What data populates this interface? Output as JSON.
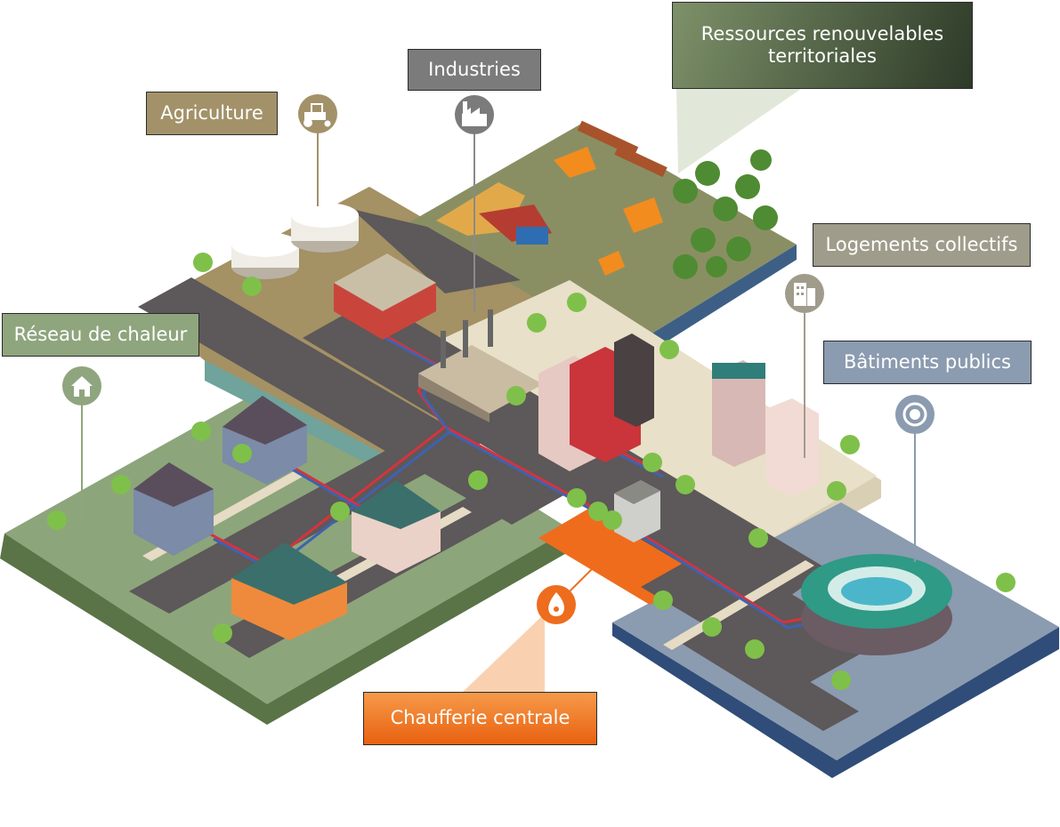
{
  "labels": {
    "ressources": {
      "text": "Ressources renouvelables territoriales",
      "line1": "Ressources renouvelables",
      "line2": "territoriales",
      "color": "#55693f"
    },
    "industries": {
      "text": "Industries",
      "color": "#7b7b7b"
    },
    "agriculture": {
      "text": "Agriculture",
      "color": "#a39269"
    },
    "logements": {
      "text": "Logements collectifs",
      "color": "#a09c8c"
    },
    "reseau": {
      "text": "Réseau de chaleur",
      "color": "#8fa57e"
    },
    "batiments": {
      "text": "Bâtiments publics",
      "color": "#8b9bb0"
    },
    "chaufferie": {
      "text": "Chaufferie centrale",
      "color": "#ee6c1d"
    }
  },
  "icons": {
    "agriculture": "tractor-icon",
    "industries": "factory-icon",
    "logements": "apartment-building-icon",
    "reseau": "house-icon",
    "batiments": "stadium-icon",
    "chaufferie": "flame-icon"
  },
  "colors": {
    "road": "#5d5859",
    "sidewalk": "#e6dbc4",
    "residential_ground": "#8da57b",
    "agriculture_ground": "#a49164",
    "forest_ground": "#8a8f63",
    "urban_ground": "#e8e0c8",
    "public_ground": "#8b9bb0",
    "boiler_zone": "#ef6c1d",
    "pipe_hot": "#d7333c",
    "pipe_cold": "#3d63b0"
  }
}
